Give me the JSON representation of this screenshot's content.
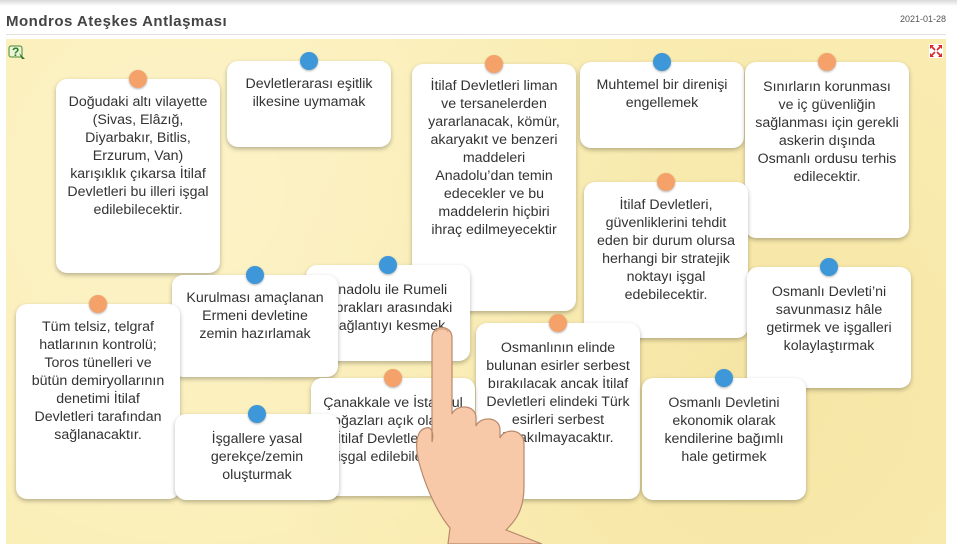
{
  "page": {
    "title": "Mondros Ateşkes Antlaşması",
    "date": "2021-01-28"
  },
  "colors": {
    "board": "#fbeeb4",
    "pin_orange": "#f5a26a",
    "pin_blue": "#3d97d9"
  },
  "icons": {
    "help": "help-question-icon",
    "expand": "fullscreen-icon",
    "pointer": "pointing-hand-icon"
  },
  "cards": [
    {
      "text": "Doğudaki altı vilayette (Sivas, Elâzığ, Diyarbakır, Bitlis, Erzurum, Van) karışıklık çıkarsa İtilaf Devletleri bu illeri işgal edilebilecektir.",
      "pin": "orange"
    },
    {
      "text": "Devletlerarası eşitlik ilkesine uymamak",
      "pin": "blue"
    },
    {
      "text": "İtilaf Devletleri liman ve tersanelerden yararlanacak, kömür, akaryakıt ve benzeri maddeleri Anadolu’dan temin edecekler ve bu maddelerin hiçbiri ihraç edilmeyecektir",
      "pin": "orange"
    },
    {
      "text": "Muhtemel bir direnişi engellemek",
      "pin": "blue"
    },
    {
      "text": "Sınırların korunması ve iç güvenliğin sağlanması için gerekli askerin dışında Osmanlı ordusu terhis edilecektir.",
      "pin": "orange"
    },
    {
      "text": "İtilaf Devletleri, güvenliklerini tehdit eden bir durum olursa herhangi bir stratejik noktayı işgal edebilecektir.",
      "pin": "orange"
    },
    {
      "text": "Anadolu ile Rumeli toprakları arasındaki bağlantıyı kesmek",
      "pin": "blue"
    },
    {
      "text": "Kurulması amaçlanan Ermeni devletine zemin hazırlamak",
      "pin": "blue"
    },
    {
      "text": "Osmanlı Devleti’ni savunmasız hâle getirmek ve işgalleri kolaylaştırmak",
      "pin": "blue"
    },
    {
      "text": "Tüm telsiz, telgraf hatlarının kontrolü; Toros tünelleri ve bütün demiryollarının denetimi İtilaf Devletleri tarafından sağlanacaktır.",
      "pin": "orange"
    },
    {
      "text": "Osmanlının elinde bulunan esirler serbest bırakılacak ancak İtilaf Devletleri elindeki Türk esirleri serbest bırakılmayacaktır.",
      "pin": "orange"
    },
    {
      "text": "Çanakkale ve İstanbul Boğazları açık olacak, İtilaf Devletlerince işgal edilebilecek.",
      "pin": "orange"
    },
    {
      "text": "İşgallere yasal gerekçe/zemin oluşturmak",
      "pin": "blue"
    },
    {
      "text": "Osmanlı Devletini ekonomik olarak kendilerine bağımlı hale getirmek",
      "pin": "blue"
    }
  ]
}
